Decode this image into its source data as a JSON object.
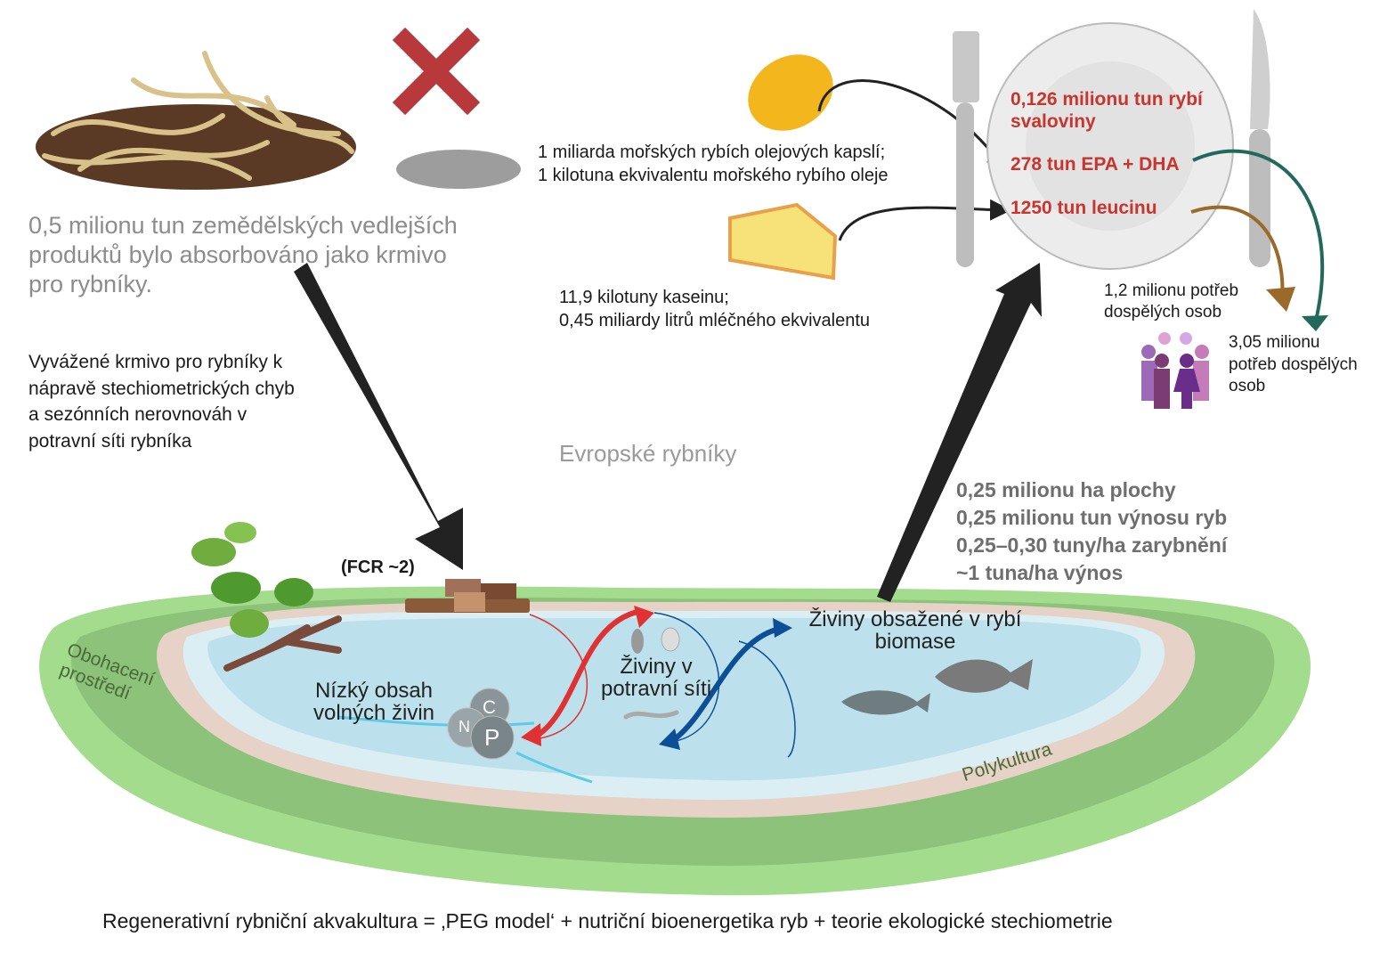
{
  "top_left": {
    "byproducts_lines": [
      "0,5 milionu tun zemědělských vedlejších",
      "produktů bylo absorbováno jako krmivo",
      "pro rybníky."
    ],
    "feed_lines": [
      "Vyvážené krmivo pro rybníky k",
      "nápravě stechiometrických chyb",
      "a sezónních nerovnováh v",
      "potravní síti rybníka"
    ]
  },
  "inputs": {
    "fish_oil_lines": [
      "1 miliarda mořských rybích olejových kapslí;",
      "1 kilotuna ekvivalentu mořského rybího oleje"
    ],
    "casein_lines": [
      "11,9 kilotuny kaseinu;",
      "0,45 miliardy litrů mléčného ekvivalentu"
    ]
  },
  "plate": {
    "items": [
      {
        "lines": [
          "0,126 milionu tun rybí",
          "svaloviny"
        ]
      },
      {
        "lines": [
          "278 tun EPA + DHA"
        ]
      },
      {
        "lines": [
          "1250 tun leucinu"
        ]
      }
    ]
  },
  "needs": {
    "leucine_lines": [
      "1,2 milionu potřeb",
      "dospělých osob"
    ],
    "epa_lines": [
      "3,05 milionu",
      "potřeb dospělých",
      "osob"
    ]
  },
  "center_label": "Evropské rybníky",
  "stats_lines": [
    "0,25 milionu ha plochy",
    "0,25 milionu tun výnosu ryb",
    "0,25–0,30 tuny/ha zarybnění",
    "~1 tuna/ha výnos"
  ],
  "pond": {
    "fcr": "(FCR ~2)",
    "low_nutrients_lines": [
      "Nízký obsah",
      "volných živin"
    ],
    "foodweb_lines": [
      "Živiny v",
      "potravní síti"
    ],
    "fish_biomass_lines": [
      "Živiny obsažené v rybí",
      "biomase"
    ],
    "enrichment_lines": [
      "Obohacení",
      "prostředí"
    ],
    "polyculture": "Polykultura",
    "nutrients": [
      "C",
      "N",
      "P"
    ]
  },
  "caption": "Regenerativní rybniční akvakultura = ‚PEG model‘ + nutriční bioenergetika ryb + teorie ekologické stechiometrie",
  "colors": {
    "red_text": "#c9342d",
    "red_arrow": "#e03232",
    "blue_arrow": "#0d4f96",
    "teal_arrow": "#22695c",
    "brown_arrow": "#9a6a2a",
    "water": "#bde1ec",
    "grass": "#9fd98a"
  }
}
